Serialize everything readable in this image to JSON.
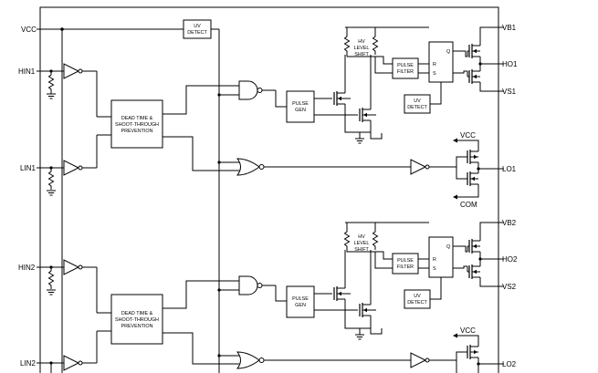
{
  "pins": {
    "vcc": "VCC",
    "hin1": "HIN1",
    "lin1": "LIN1",
    "hin2": "HIN2",
    "lin2": "LIN2",
    "vb1": "VB1",
    "ho1": "HO1",
    "vs1": "VS1",
    "lo1": "LO1",
    "vb2": "VB2",
    "ho2": "HO2",
    "vs2": "VS2",
    "lo2": "LO2"
  },
  "blocks": {
    "uv_detect_top": [
      "UV",
      "DETECT"
    ],
    "dead_time": [
      "DEAD TIME &",
      "SHOOT-THROUGH",
      "PREVENTION"
    ],
    "pulse_gen": [
      "PULSE",
      "GEN"
    ],
    "hv_level_shift": [
      "HV",
      "LEVEL",
      "SHIFT"
    ],
    "pulse_filter": [
      "PULSE",
      "FILTER"
    ],
    "uv_detect": [
      "UV",
      "DETECT"
    ],
    "latch_r": "R",
    "latch_s": "S",
    "latch_q": "Q"
  },
  "rails": {
    "vcc": "VCC",
    "com": "COM"
  }
}
